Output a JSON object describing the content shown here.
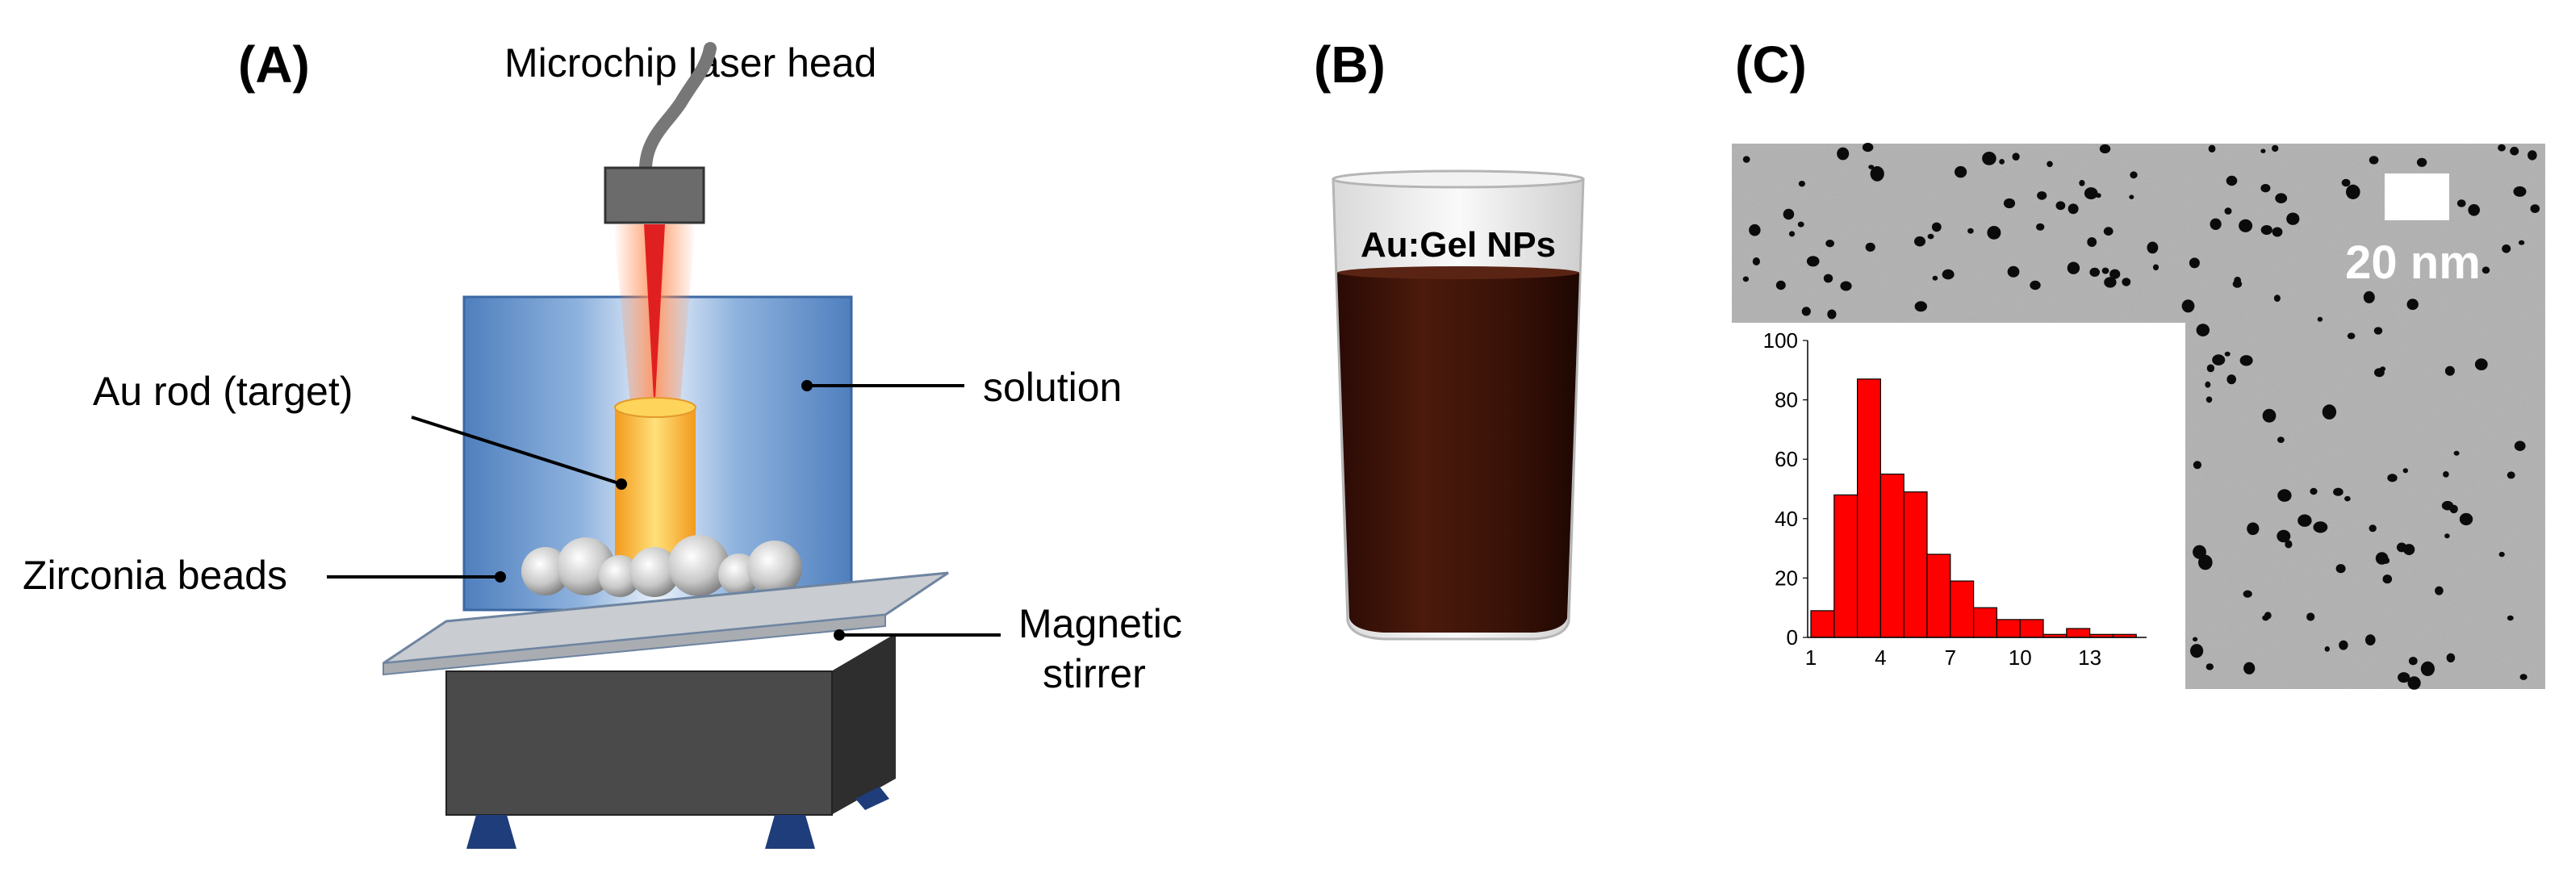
{
  "panels": {
    "a": "(A)",
    "b": "(B)",
    "c": "(C)"
  },
  "panel_a": {
    "laser_head": "Microchip laser head",
    "target": "Au rod (target)",
    "solution": "solution",
    "beads": "Zirconia beads",
    "stirrer_line1": "Magnetic",
    "stirrer_line2": "stirrer"
  },
  "panel_b": {
    "jar_label": "Au:Gel NPs"
  },
  "panel_c": {
    "scale_bar": "20 nm",
    "histogram": {
      "type": "bar",
      "x_tick_labels": [
        "1",
        "4",
        "7",
        "10",
        "13"
      ],
      "y_tick_labels": [
        "0",
        "20",
        "40",
        "60",
        "80",
        "100"
      ],
      "ylim": [
        0,
        100
      ],
      "values": [
        9,
        48,
        87,
        55,
        49,
        28,
        19,
        10,
        6,
        6,
        1,
        3,
        1,
        1
      ],
      "bar_color": "#ff0000"
    }
  },
  "colors": {
    "laser": "#e02020",
    "solution": "#4f82c2",
    "gold": "#f5a623",
    "stirrer": "#4a4a4a",
    "plate": "#c9ccd0",
    "feet": "#1f3d7a"
  }
}
